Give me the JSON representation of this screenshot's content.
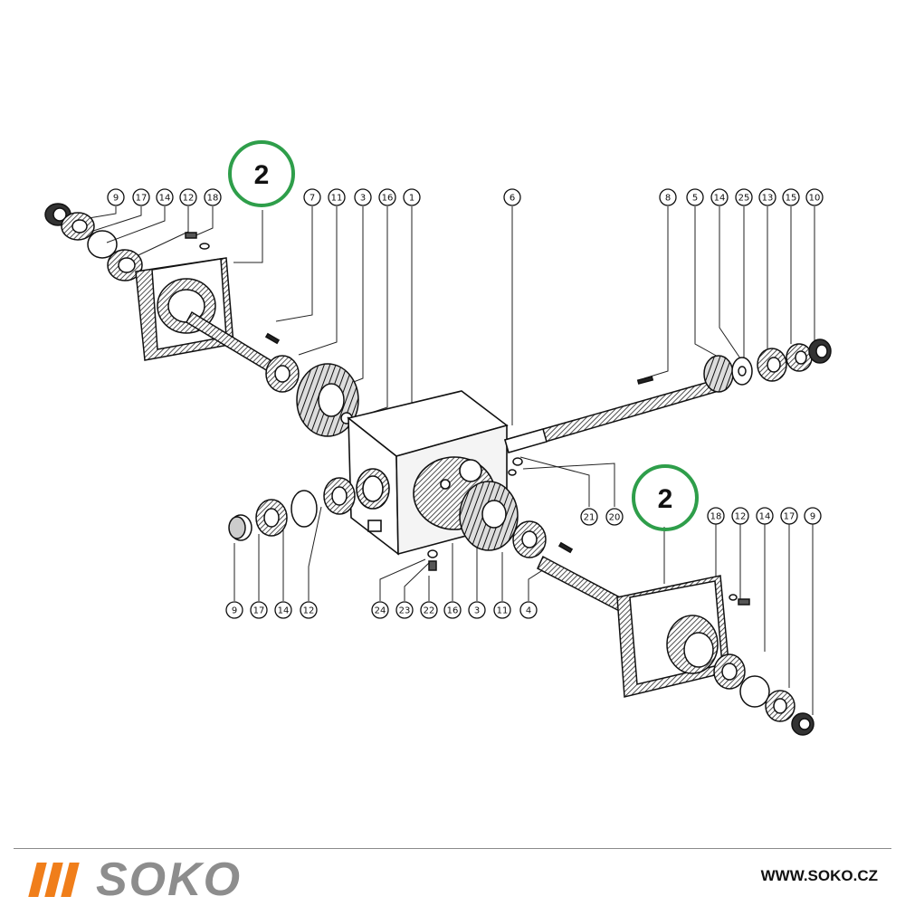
{
  "callouts": {
    "left_top": [
      "9",
      "17",
      "14",
      "12",
      "18"
    ],
    "center_top": [
      "7",
      "11",
      "3",
      "16",
      "1"
    ],
    "shaft_label": "6",
    "right_top": [
      "8",
      "5",
      "14",
      "25",
      "13",
      "15",
      "10"
    ],
    "center_right": [
      "21",
      "20"
    ],
    "left_bottom": [
      "9",
      "17",
      "14",
      "12"
    ],
    "center_bottom": [
      "24",
      "23",
      "22",
      "16",
      "3",
      "11",
      "4"
    ],
    "right_bottom": [
      "18",
      "12",
      "14",
      "17",
      "9"
    ]
  },
  "highlight_labels": {
    "top": "2",
    "bottom": "2"
  },
  "colors": {
    "highlight_ring": "#2e9e4a",
    "logo_bars": "#f07e1a",
    "logo_text": "#8d8d8d"
  },
  "footer": {
    "logo_text": "SOKO",
    "url": "WWW.SOKO.CZ"
  }
}
